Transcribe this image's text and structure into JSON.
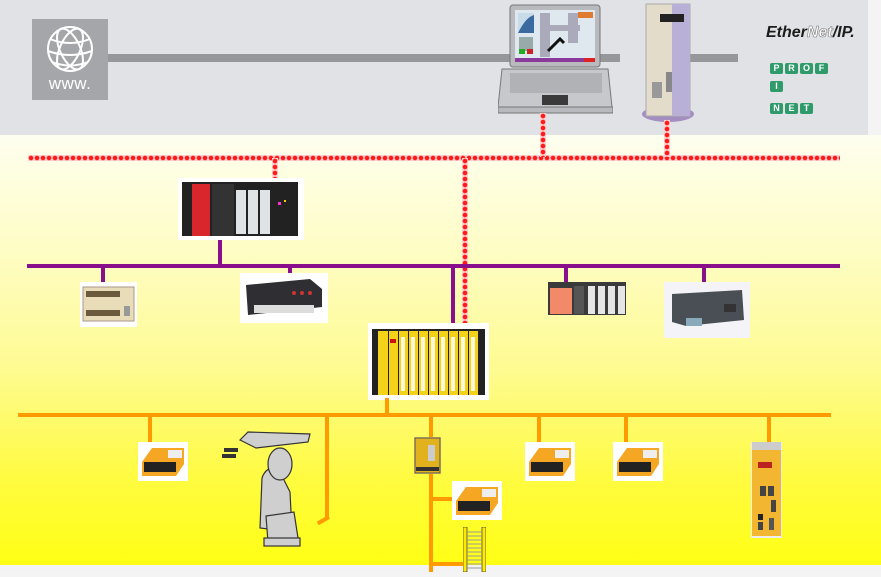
{
  "diagram": {
    "title": "Industrial network topology",
    "top_band": {
      "internet_label": "www.",
      "internet_icon": "globe-icon",
      "logos": {
        "ethernet_ip": {
          "part1": "Ether",
          "part2": "Net",
          "part3": "/IP."
        },
        "profinet": {
          "row1": [
            "P",
            "R",
            "O",
            "F",
            "I"
          ],
          "row2": [
            "N",
            "E",
            "T"
          ]
        }
      },
      "devices": [
        "laptop-hmi",
        "servo-drive"
      ]
    },
    "networks": [
      {
        "name": "Ethernet backbone",
        "style": "gray",
        "color": "#96979b"
      },
      {
        "name": "Industrial Ethernet",
        "style": "red-chain",
        "color": "#ff1a1a"
      },
      {
        "name": "Controller bus",
        "style": "purple",
        "color": "#8a0f8a"
      },
      {
        "name": "Fieldbus",
        "style": "orange",
        "color": "#ff9a00"
      }
    ],
    "controller_level": [
      "rack-plc-red",
      "compact-plc-beige",
      "compact-plc-dark",
      "modular-plc-salmon",
      "gateway-module-gray"
    ],
    "safety_controller": "yellow-rack-safety-plc",
    "field_level": [
      "io-module-1",
      "robot-arm",
      "safety-relay",
      "io-module-2",
      "light-curtain",
      "io-module-3",
      "io-module-4",
      "drive-controller-yellow"
    ]
  },
  "colors": {
    "top_band": "#e1e2e5",
    "yellow_light": "#fefef0",
    "yellow_strong": "#ffff14",
    "device_yellow": "#f4c430",
    "device_orange": "#f5a623"
  }
}
